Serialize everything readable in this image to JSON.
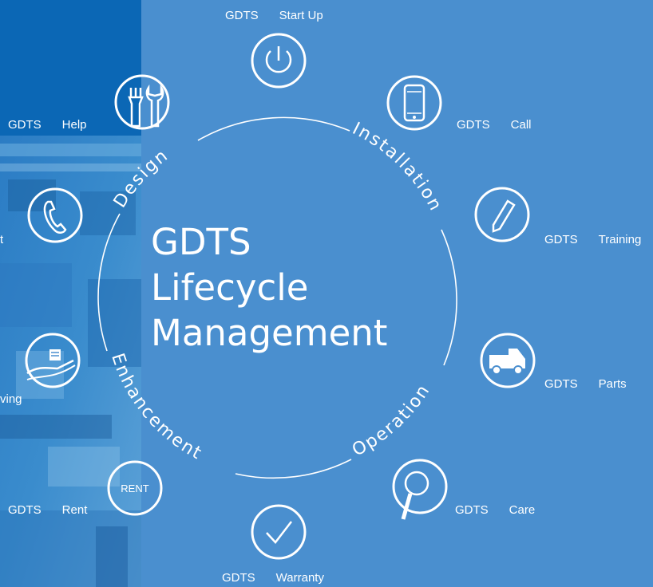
{
  "center": {
    "line1": "GDTS",
    "line2": "Lifecycle",
    "line3": "Management"
  },
  "phases": {
    "design": "Design",
    "installation": "Installation",
    "operation": "Operation",
    "enhancement": "Enhancement"
  },
  "items": {
    "start_up": {
      "a": "GDTS",
      "b": "Start Up",
      "icon": "power-icon"
    },
    "call": {
      "a": "GDTS",
      "b": "Call",
      "icon": "smartphone-icon"
    },
    "training": {
      "a": "GDTS",
      "b": "Training",
      "icon": "pen-icon"
    },
    "parts": {
      "a": "GDTS",
      "b": "Parts",
      "icon": "truck-icon"
    },
    "care": {
      "a": "GDTS",
      "b": "Care",
      "icon": "magnifier-icon"
    },
    "warranty": {
      "a": "GDTS",
      "b": "Warranty",
      "icon": "checkmark-icon"
    },
    "rent": {
      "a": "GDTS",
      "b": "Rent",
      "icon": "rent-icon",
      "badge": "RENT"
    },
    "saving": {
      "b": "ving",
      "icon": "coins-hand-icon"
    },
    "contact": {
      "b": "t",
      "icon": "phone-icon"
    },
    "help": {
      "a": "GDTS",
      "b": "Help",
      "icon": "tools-icon"
    }
  },
  "colors": {
    "background": "#4a8fcf",
    "left_panel": "#1f6fb8",
    "line": "#ffffff"
  }
}
